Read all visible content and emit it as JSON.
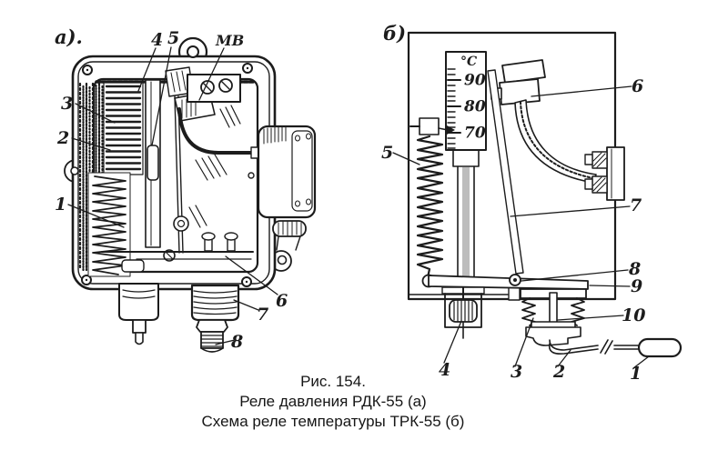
{
  "colors": {
    "ink": "#1c1c1c",
    "paper": "#ffffff"
  },
  "panel_a": {
    "label": "а).",
    "micro_switch_label": "МВ",
    "callouts": {
      "c1": "1",
      "c2": "2",
      "c3": "3",
      "c4": "4",
      "c5": "5",
      "c6": "6",
      "c7": "7",
      "c8": "8"
    }
  },
  "panel_b": {
    "label": "б)",
    "thermometer": {
      "unit": "°C",
      "tick_90": "90",
      "tick_80": "80",
      "tick_70": "70"
    },
    "callouts": {
      "c1": "1",
      "c2": "2",
      "c3": "3",
      "c4": "4",
      "c5": "5",
      "c6": "6",
      "c7": "7",
      "c8": "8",
      "c9": "9",
      "c10": "10"
    }
  },
  "caption": {
    "line1": "Рис. 154.",
    "line2": "Реле давления РДК-55 (а)",
    "line3": "Схема реле температуры ТРК-55 (б)"
  }
}
